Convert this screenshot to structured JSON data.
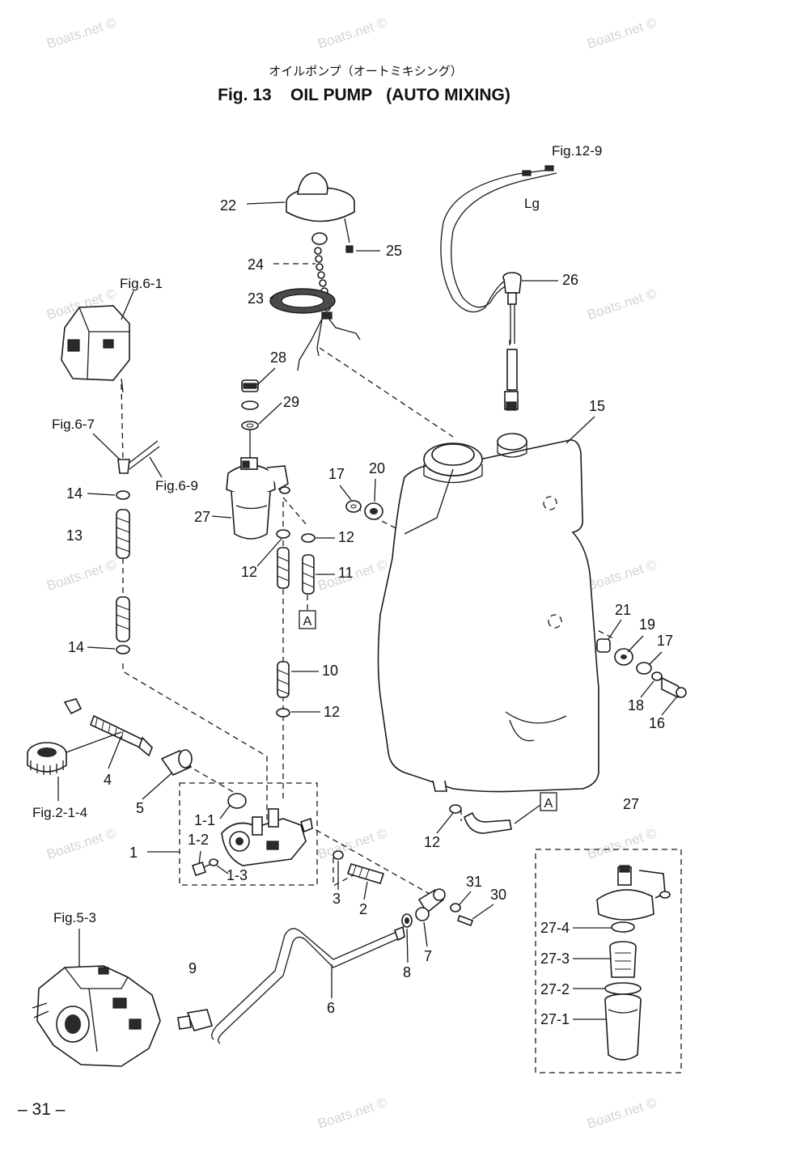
{
  "header": {
    "subtitle_jp": "オイルポンプ（オートミキシング）",
    "title": "Fig. 13    OIL PUMP   (AUTO MIXING)"
  },
  "watermark": "Boats.net ©",
  "page_number": "– 31 –",
  "section_marker": "A",
  "wire_color_code": "Lg",
  "callouts": {
    "p1": "1",
    "p1_1": "1-1",
    "p1_2": "1-2",
    "p1_3": "1-3",
    "p2": "2",
    "p3": "3",
    "p4": "4",
    "p5": "5",
    "p6": "6",
    "p7": "7",
    "p8": "8",
    "p9": "9",
    "p10": "10",
    "p11": "11",
    "p12_a": "12",
    "p12_b": "12",
    "p12_c": "12",
    "p12_d": "12",
    "p13": "13",
    "p14_a": "14",
    "p14_b": "14",
    "p15": "15",
    "p16": "16",
    "p17_a": "17",
    "p17_b": "17",
    "p18": "18",
    "p19": "19",
    "p20": "20",
    "p21": "21",
    "p22": "22",
    "p23": "23",
    "p24": "24",
    "p25": "25",
    "p26": "26",
    "p27_a": "27",
    "p27_b": "27",
    "p27_1": "27-1",
    "p27_2": "27-2",
    "p27_3": "27-3",
    "p27_4": "27-4",
    "p28": "28",
    "p29": "29",
    "p30": "30",
    "p31": "31"
  },
  "references": {
    "fig6_1": "Fig.6-1",
    "fig6_7": "Fig.6-7",
    "fig6_9": "Fig.6-9",
    "fig12_9": "Fig.12-9",
    "fig2_1_4": "Fig.2-1-4",
    "fig5_3": "Fig.5-3"
  }
}
